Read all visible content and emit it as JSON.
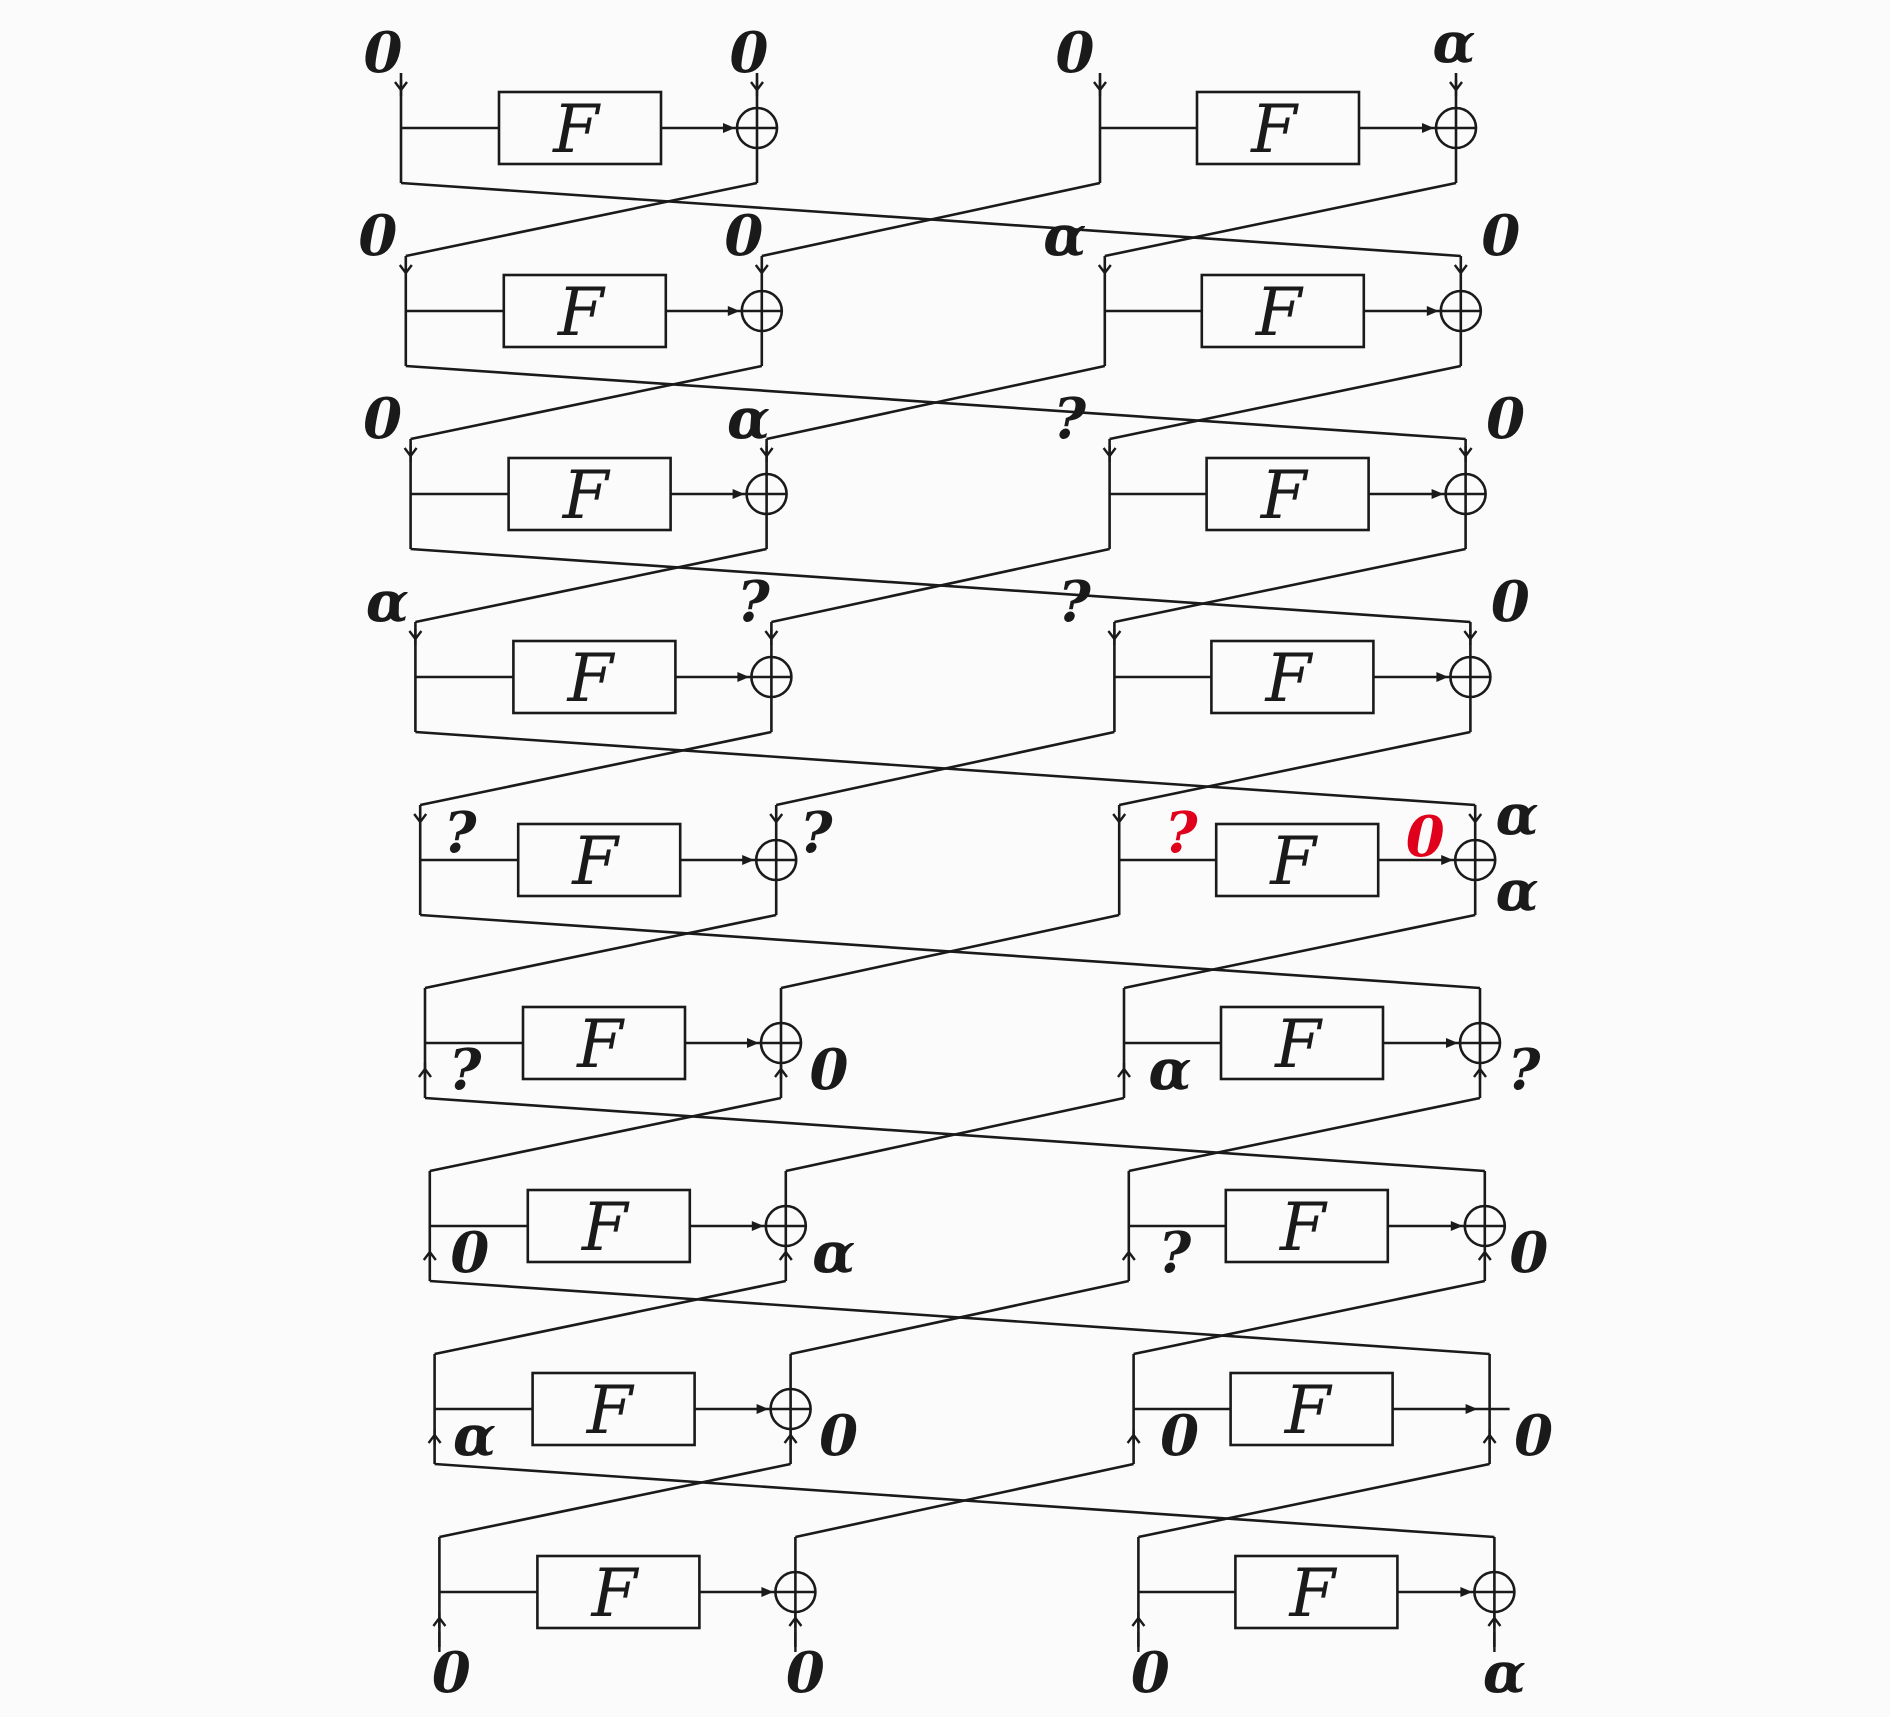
{
  "function_label": "F",
  "colors": {
    "ink": "#1a1a1a",
    "highlight": "#e0001b",
    "background": "#fbfbfb"
  },
  "rounds": [
    {
      "left": {
        "in": "0",
        "xor": "0"
      },
      "right": {
        "in": "0",
        "xor": "α"
      }
    },
    {
      "left": {
        "in": "0",
        "xor": "0"
      },
      "right": {
        "in": "α",
        "xor": "0"
      }
    },
    {
      "left": {
        "in": "0",
        "xor": "α"
      },
      "right": {
        "in": "?",
        "xor": "0"
      }
    },
    {
      "left": {
        "in": "α",
        "xor": "?"
      },
      "right": {
        "in": "?",
        "xor": "0"
      }
    },
    {
      "left": {
        "in": "?",
        "xor": "?"
      },
      "right": {
        "in": "?",
        "in_out": "0",
        "xor_top": "α",
        "xor_bottom": "α"
      }
    },
    {
      "left": {
        "in": "?",
        "xor": "0"
      },
      "right": {
        "in": "α",
        "xor": "?"
      }
    },
    {
      "left": {
        "in": "0",
        "xor": "α"
      },
      "right": {
        "in": "?",
        "xor": "0"
      }
    },
    {
      "left": {
        "in": "α",
        "xor": "0"
      },
      "right": {
        "in": "0",
        "xor": "0"
      }
    },
    {
      "left": {
        "in": "0",
        "xor": "0"
      },
      "right": {
        "in": "0",
        "xor": "α"
      }
    }
  ],
  "highlighted_labels": [
    "rounds.4.right.in",
    "rounds.4.right.in_out"
  ]
}
